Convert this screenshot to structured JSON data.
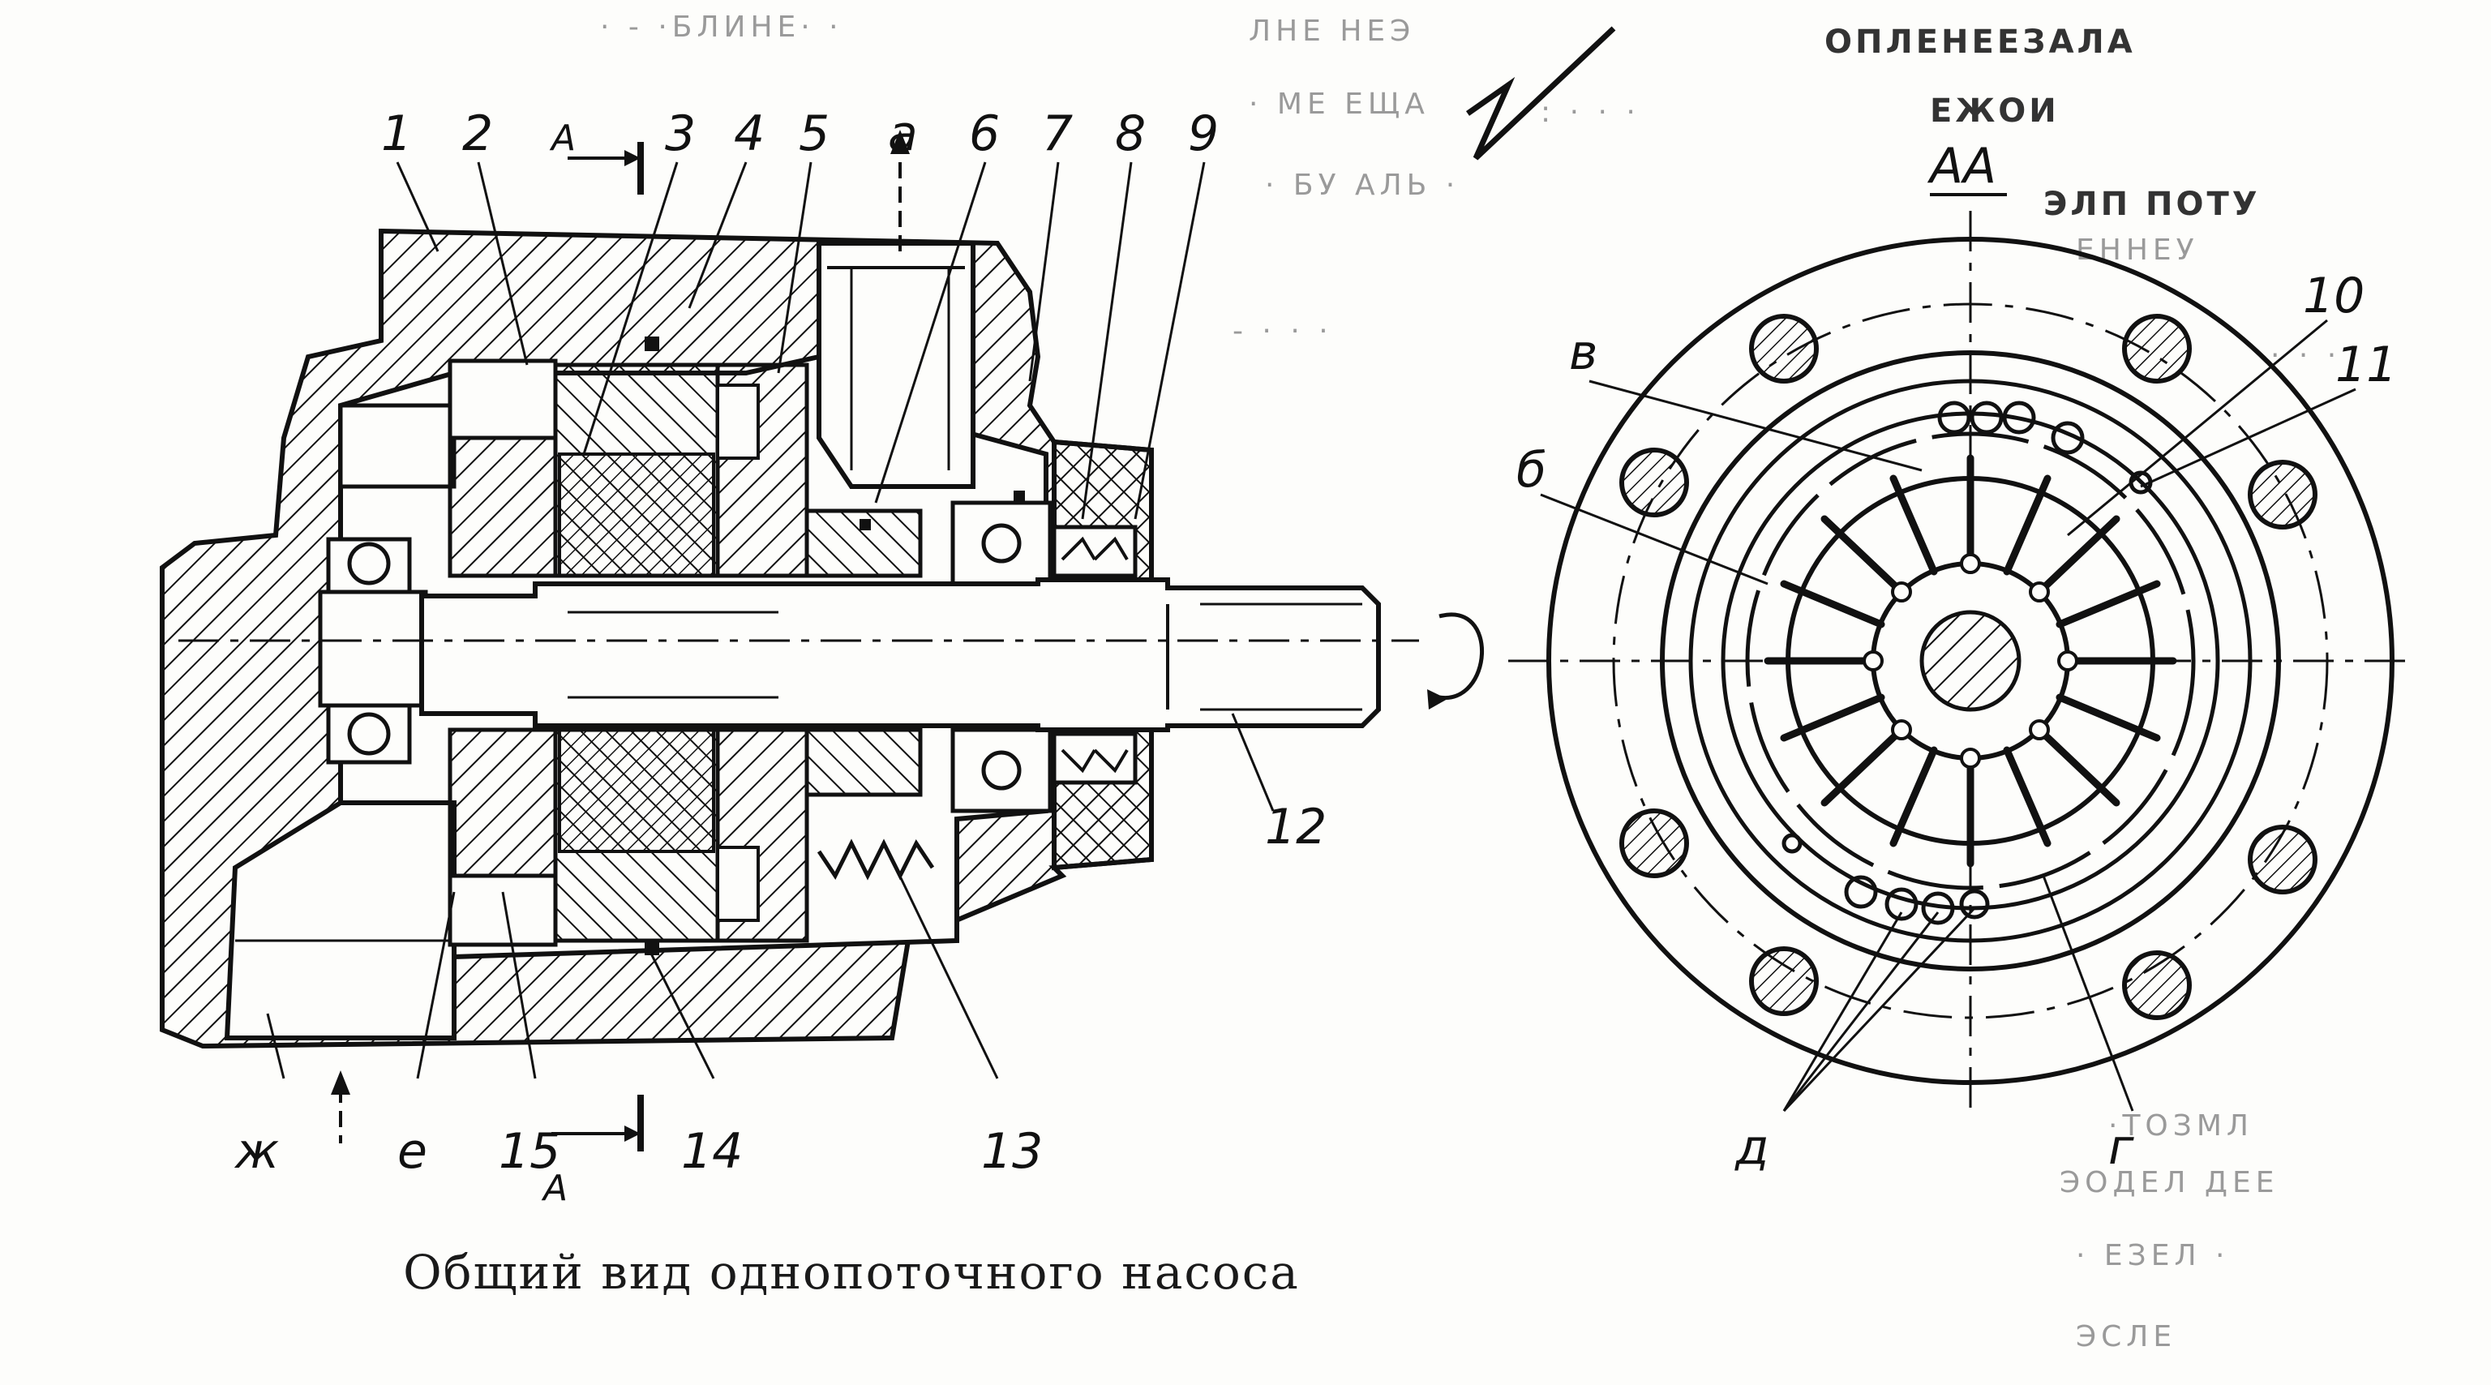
{
  "caption": "Общий вид однопоточного насоса",
  "section_title": "АА",
  "section_marks": [
    "А",
    "А"
  ],
  "part_numbers": [
    "1",
    "2",
    "3",
    "4",
    "5",
    "6",
    "7",
    "8",
    "9",
    "10",
    "11",
    "12",
    "13",
    "14",
    "15"
  ],
  "letter_labels": {
    "a": "а",
    "b": "б",
    "v": "в",
    "g": "г",
    "d": "д",
    "e": "е",
    "zh": "ж"
  },
  "colors": {
    "ink": "#111111",
    "paper": "#fdfdfb",
    "bleed": "#9a9a9a"
  }
}
